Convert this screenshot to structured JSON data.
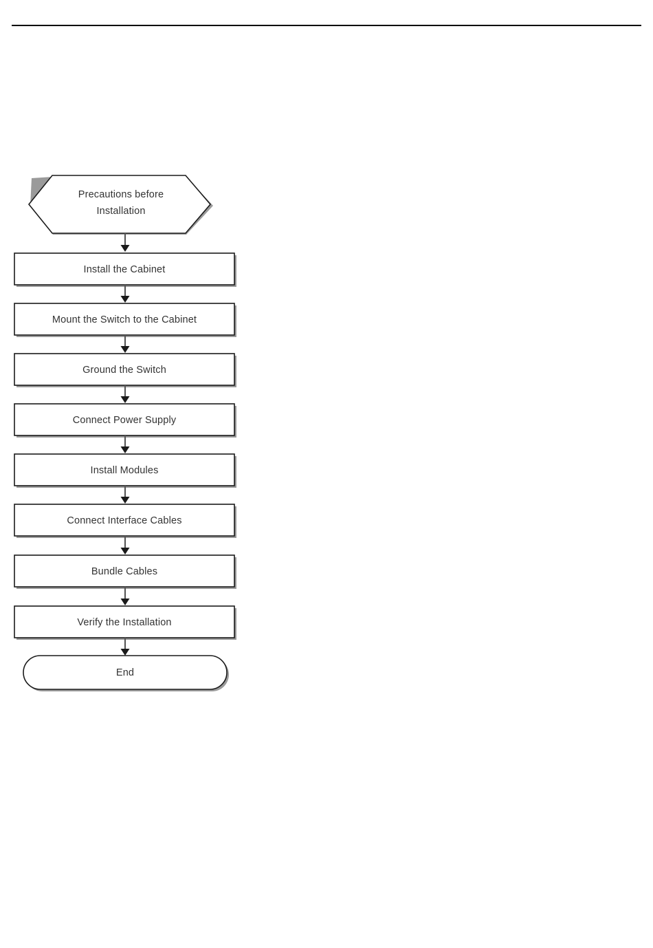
{
  "page": {
    "background_color": "#ffffff",
    "header_rule_color": "#000000"
  },
  "diagram": {
    "title_present": false,
    "shape_colors": {
      "fill": "#ffffff",
      "border": "#1a1a1a",
      "shadow": "#9a9a9a",
      "text": "#333333",
      "connector": "#555555",
      "arrowhead": "#1a1a1a"
    },
    "nodes": [
      {
        "id": "start",
        "shape": "hexagon",
        "label_lines": [
          "Precautions before",
          "Installation"
        ],
        "label": "Precautions before Installation"
      },
      {
        "id": "step-1",
        "shape": "rectangle",
        "label": "Install the Cabinet"
      },
      {
        "id": "step-2",
        "shape": "rectangle",
        "label": "Mount the Switch to the Cabinet"
      },
      {
        "id": "step-3",
        "shape": "rectangle",
        "label": "Ground the Switch"
      },
      {
        "id": "step-4",
        "shape": "rectangle",
        "label": "Connect Power Supply"
      },
      {
        "id": "step-5",
        "shape": "rectangle",
        "label": "Install Modules"
      },
      {
        "id": "step-6",
        "shape": "rectangle",
        "label": "Connect Interface Cables"
      },
      {
        "id": "step-7",
        "shape": "rectangle",
        "label": "Bundle Cables"
      },
      {
        "id": "step-8",
        "shape": "rectangle",
        "label": "Verify the Installation"
      },
      {
        "id": "end",
        "shape": "stadium",
        "label": "End"
      }
    ],
    "edges": [
      {
        "from": "start",
        "to": "step-1"
      },
      {
        "from": "step-1",
        "to": "step-2"
      },
      {
        "from": "step-2",
        "to": "step-3"
      },
      {
        "from": "step-3",
        "to": "step-4"
      },
      {
        "from": "step-4",
        "to": "step-5"
      },
      {
        "from": "step-5",
        "to": "step-6"
      },
      {
        "from": "step-6",
        "to": "step-7"
      },
      {
        "from": "step-7",
        "to": "step-8"
      },
      {
        "from": "step-8",
        "to": "end"
      }
    ]
  }
}
